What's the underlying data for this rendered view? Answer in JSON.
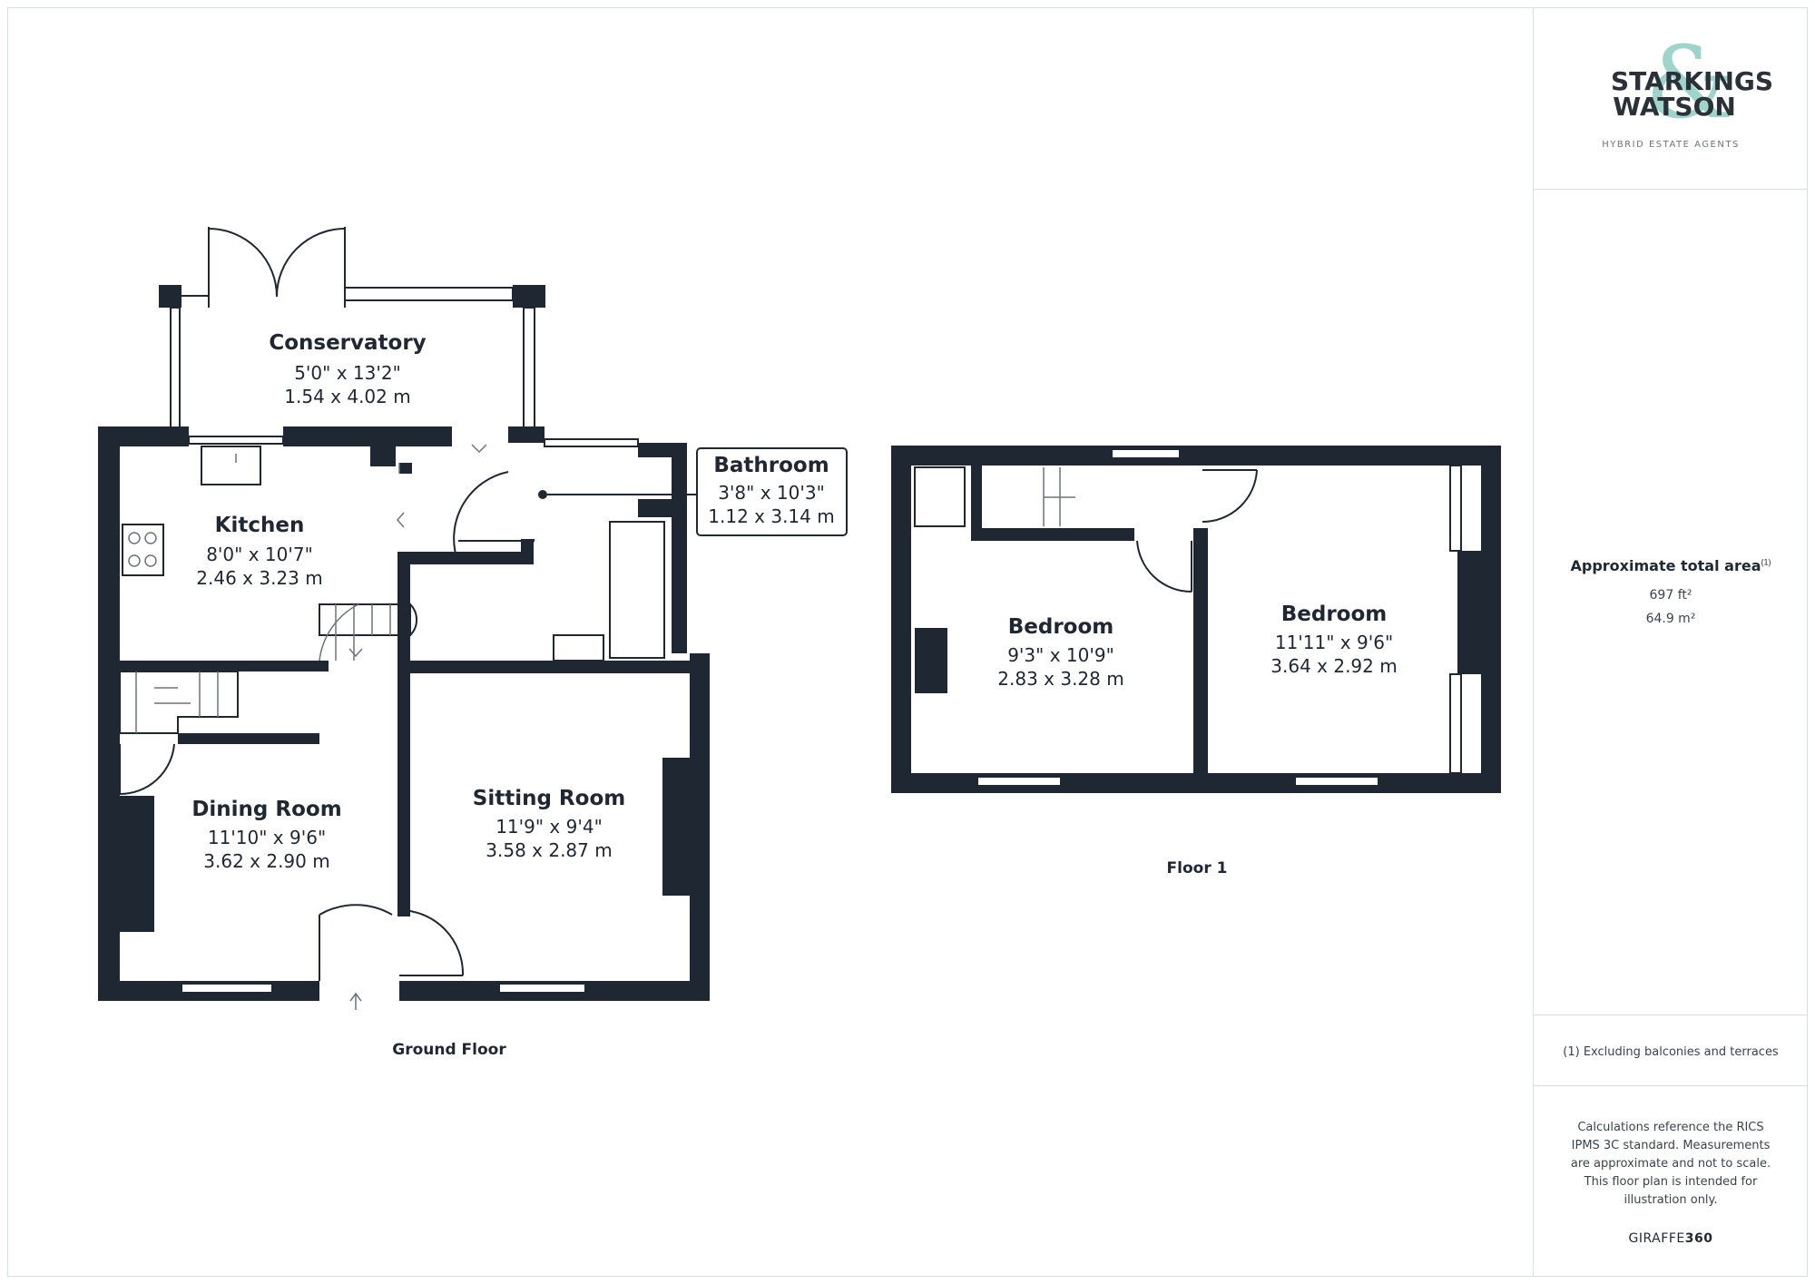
{
  "rooms": {
    "conservatory": {
      "name": "Conservatory",
      "imperial": "5'0\" x 13'2\"",
      "metric": "1.54 x 4.02 m"
    },
    "kitchen": {
      "name": "Kitchen",
      "imperial": "8'0\" x 10'7\"",
      "metric": "2.46 x 3.23 m"
    },
    "bathroom": {
      "name": "Bathroom",
      "imperial": "3'8\" x 10'3\"",
      "metric": "1.12 x 3.14 m"
    },
    "dining": {
      "name": "Dining Room",
      "imperial": "11'10\" x 9'6\"",
      "metric": "3.62 x 2.90 m"
    },
    "sitting": {
      "name": "Sitting Room",
      "imperial": "11'9\" x 9'4\"",
      "metric": "3.58 x 2.87 m"
    },
    "bedroom1": {
      "name": "Bedroom",
      "imperial": "9'3\" x 10'9\"",
      "metric": "2.83 x 3.28 m"
    },
    "bedroom2": {
      "name": "Bedroom",
      "imperial": "11'11\" x 9'6\"",
      "metric": "3.64 x 2.92 m"
    }
  },
  "floors": {
    "ground": "Ground Floor",
    "first": "Floor 1"
  },
  "sidebar": {
    "brand_line1": "STARKINGS",
    "brand_line2": "WATSON",
    "brand_amp": "&",
    "tagline": "HYBRID ESTATE AGENTS",
    "area_title": "Approximate total area",
    "area_sup": "(1)",
    "area_sqft": "697 ft²",
    "area_sqm": "64.9 m²",
    "footnote": "(1) Excluding balconies and terraces",
    "disclaimer": "Calculations reference the RICS IPMS 3C standard. Measurements are approximate and not to scale. This floor plan is intended for illustration only.",
    "maker_a": "GIRAFFE",
    "maker_b": "360"
  },
  "colors": {
    "wall": "#1f2733",
    "accent": "#9fd4cb",
    "border": "#d8dde2"
  }
}
